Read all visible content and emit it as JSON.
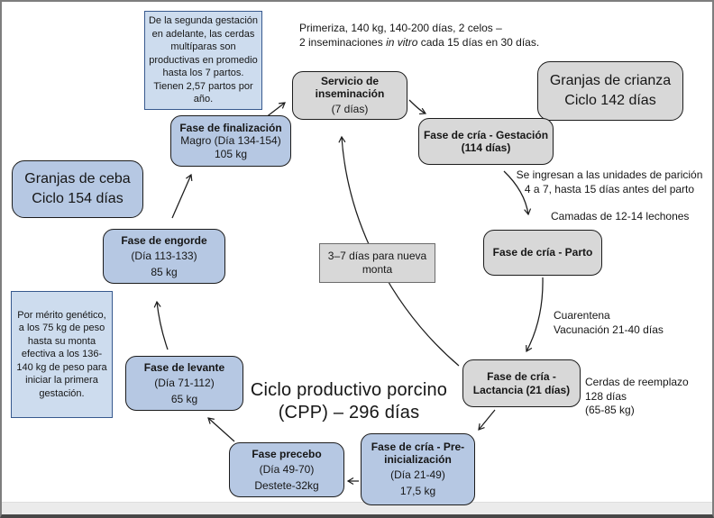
{
  "diagram": {
    "title_line1": "Ciclo productivo porcino",
    "title_line2": "(CPP) – 296 días"
  },
  "notes": {
    "multiparas": "De la segunda gestación en adelante, las cerdas multíparas son productivas en promedio hasta los 7 partos. Tienen 2,57 partos por año.",
    "merito": "Por mérito genético, a los 75 kg de peso hasta su monta efectiva a los 136-140 kg de peso para iniciar la primera gestación.",
    "primeriza_line1": "Primeriza, 140 kg, 140-200 días, 2 celos –",
    "primeriza_line2_pre": "2 inseminaciones ",
    "primeriza_line2_italic": "in vitro",
    "primeriza_line2_post": " cada 15 días en 30 días.",
    "ingresan_line1": "Se ingresan a las unidades de parición",
    "ingresan_line2": "4 a 7, hasta 15 días antes del parto",
    "camadas": "Camadas de 12-14 lechones",
    "cuarentena_line1": "Cuarentena",
    "cuarentena_line2": "Vacunación 21-40 días",
    "cerdas_line1": "Cerdas de reemplazo",
    "cerdas_line2": "128 días",
    "cerdas_line3": "(65-85 kg)"
  },
  "nodes": {
    "crianza": {
      "line1": "Granjas de crianza",
      "line2": "Ciclo 142 días"
    },
    "ceba": {
      "line1": "Granjas de ceba",
      "line2": "Ciclo 154 días"
    },
    "servicio": {
      "name": "Servicio de inseminación",
      "detail1": "(7 días)"
    },
    "gestacion": {
      "name": "Fase de cría - Gestación (114 días)"
    },
    "parto": {
      "name": "Fase de cría - Parto"
    },
    "lactancia": {
      "name": "Fase de cría - Lactancia (21 días)"
    },
    "preinit": {
      "name": "Fase de cría - Pre-inicialización",
      "detail1": "(Día 21-49)",
      "detail2": "17,5 kg"
    },
    "precebo": {
      "name": "Fase precebo",
      "detail1": "(Día 49-70)",
      "detail2": "Destete-32kg"
    },
    "levante": {
      "name": "Fase de levante",
      "detail1": "(Día 71-112)",
      "detail2": "65 kg"
    },
    "engorde": {
      "name": "Fase de engorde",
      "detail1": "(Día 113-133)",
      "detail2": "85 kg"
    },
    "finalizacion": {
      "name": "Fase de finalización",
      "detail1": "Magro (Día 134-154)",
      "detail2": "105 kg"
    },
    "nueva_monta": {
      "name": "3–7 días para nueva monta"
    }
  },
  "colors": {
    "blue_fill": "#b6c8e3",
    "gray_fill": "#d8d8d8",
    "note_fill": "#cddcee",
    "note_border": "#37598e",
    "line": "#1c1c1c"
  }
}
